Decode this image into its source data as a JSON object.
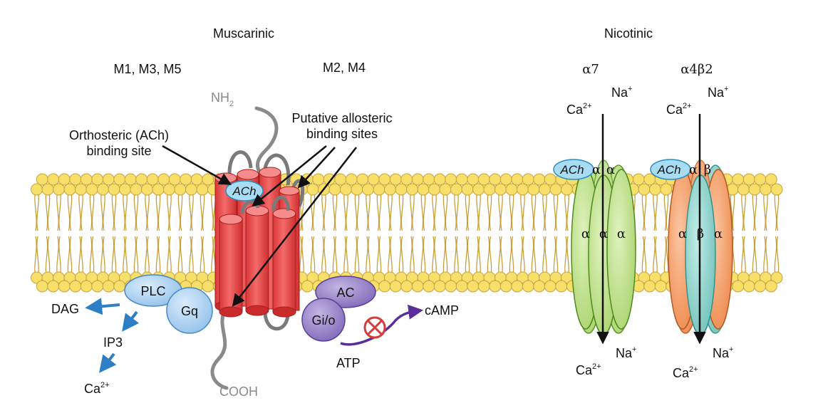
{
  "headers": {
    "muscarinic": "Muscarinic",
    "nicotinic": "Nicotinic"
  },
  "receptors": {
    "m135": "M1, M3, M5",
    "m24": "M2, M4",
    "a7": "α7",
    "a4b2": "α4β2"
  },
  "gpcr": {
    "nh2_base": "NH",
    "nh2_sub": "2",
    "cooh": "COOH",
    "ach": "ACh"
  },
  "callouts": {
    "orthosteric_line1": "Orthosteric (ACh)",
    "orthosteric_line2": "binding site",
    "allosteric_line1": "Putative allosteric",
    "allosteric_line2": "binding sites"
  },
  "gq_pathway": {
    "plc": "PLC",
    "gq": "Gq",
    "dag": "DAG",
    "ip3": "IP3",
    "ca_base": "Ca",
    "ca_sup": "2+"
  },
  "gi_pathway": {
    "ac": "AC",
    "gio": "Gi/o",
    "atp": "ATP",
    "camp": "cAMP"
  },
  "ions": {
    "ca_base": "Ca",
    "ca_sup": "2+",
    "na_base": "Na",
    "na_sup": "+"
  },
  "a7_channel": {
    "ach": "ACh",
    "top_left": "α",
    "top_right": "α",
    "sub_left": "α",
    "sub_mid": "α",
    "sub_right": "α"
  },
  "a4b2_channel": {
    "ach": "ACh",
    "top_left": "α",
    "top_right": "β",
    "sub_left": "α",
    "sub_mid": "β",
    "sub_right": "α"
  },
  "colors": {
    "lipid_head": "#f7e06a",
    "lipid_tail": "#c9a13a",
    "gpcr": "#ef4a4a",
    "ach": "#9ad6ef",
    "plc_gq": "#a8cff0",
    "ac_gi": "#9a86c9",
    "alpha7": "#c7e59a",
    "alpha_sub": "#f6a16e",
    "beta_sub": "#8fd3cc",
    "blue_arrow": "#2c7fc4",
    "purple_arrow": "#5a2d9a"
  }
}
